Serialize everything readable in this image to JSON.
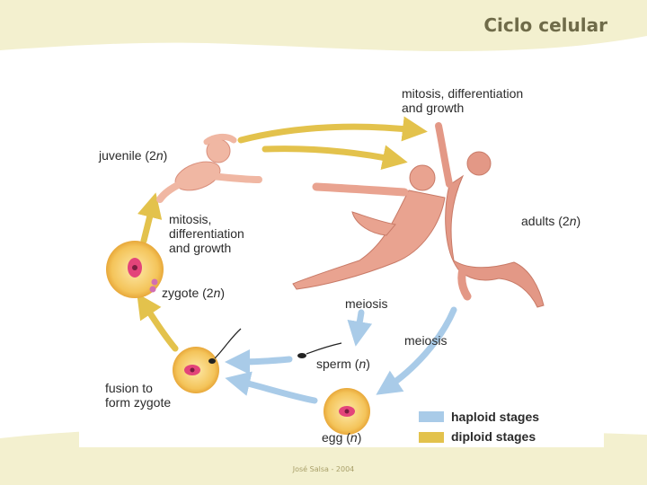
{
  "title": "Ciclo celular",
  "footer": "José Salsa - 2004",
  "colors": {
    "haploid": "#a9cbe8",
    "diploid": "#e3c24c",
    "background_band": "#f3f0cf"
  },
  "labels": {
    "mitosis_top_1": "mitosis, differentiation",
    "mitosis_top_2": "and growth",
    "juvenile_pre": "juvenile (2",
    "juvenile_n": "n",
    "juvenile_post": ")",
    "mitosis_left_1": "mitosis,",
    "mitosis_left_2": "differentiation",
    "mitosis_left_3": "and growth",
    "adults_pre": "adults (2",
    "adults_n": "n",
    "adults_post": ")",
    "zygote_pre": "zygote (2",
    "zygote_n": "n",
    "zygote_post": ")",
    "meiosis_1": "meiosis",
    "meiosis_2": "meiosis",
    "sperm_pre": "sperm (",
    "sperm_n": "n",
    "sperm_post": ")",
    "fusion_1": "fusion to",
    "fusion_2": "form zygote",
    "egg_pre": "egg (",
    "egg_n": "n",
    "egg_post": ")"
  },
  "legend": [
    {
      "label": "haploid stages",
      "color": "#a9cbe8"
    },
    {
      "label": "diploid stages",
      "color": "#e3c24c"
    }
  ]
}
